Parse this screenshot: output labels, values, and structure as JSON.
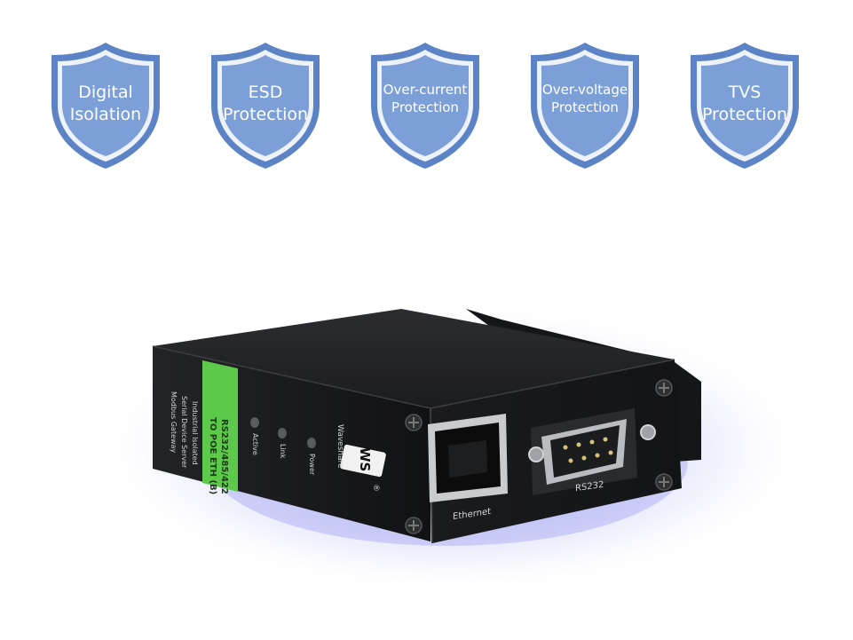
{
  "features": [
    {
      "line1": "Digital",
      "line2": "Isolation",
      "size": "lg",
      "icon": "shield-icon"
    },
    {
      "line1": "ESD",
      "line2": "Protection",
      "size": "lg",
      "icon": "shield-icon"
    },
    {
      "line1": "Over-current",
      "line2": "Protection",
      "size": "sm",
      "icon": "shield-icon"
    },
    {
      "line1": "Over-voltage",
      "line2": "Protection",
      "size": "sm",
      "icon": "shield-icon"
    },
    {
      "line1": "TVS",
      "line2": "Protection",
      "size": "lg",
      "icon": "shield-icon"
    }
  ],
  "device": {
    "model_line1": "RS232/485/422",
    "model_line2": "TO POE ETH (B)",
    "desc_line1": "Industrial Isolated",
    "desc_line2": "Serial Device Server",
    "desc_line3": "Modbus Gateway",
    "led_active": "Active",
    "led_link": "Link",
    "led_power": "Power",
    "brand": "Waveshare",
    "logo_mark": "WS",
    "registered": "®",
    "port_ethernet": "Ethernet",
    "port_rs232": "RS232"
  },
  "colors": {
    "shield_fill": "#7b9fd6",
    "shield_border": "#5c83c6",
    "label_green": "#5cc94a",
    "device_body": "#1e1f21",
    "glow": "#c9ccf5"
  }
}
